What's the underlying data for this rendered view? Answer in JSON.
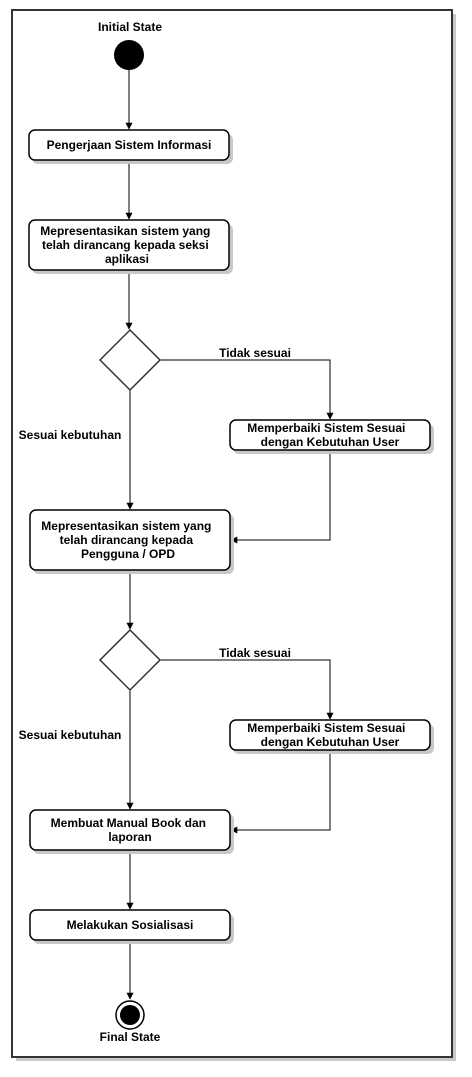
{
  "diagram": {
    "initial_label": "Initial State",
    "final_label": "Final State",
    "actions": [
      {
        "id": "a1",
        "lines": [
          "Pengerjaan Sistem Informasi"
        ]
      },
      {
        "id": "a2",
        "lines": [
          "Mepresentasikan sistem yang",
          "telah dirancang kepada seksi",
          "aplikasi"
        ]
      },
      {
        "id": "a3",
        "lines": [
          "Memperbaiki Sistem Sesuai",
          "dengan Kebutuhan User"
        ]
      },
      {
        "id": "a4",
        "lines": [
          "Mepresentasikan sistem yang",
          "telah dirancang kepada",
          "Pengguna / OPD"
        ]
      },
      {
        "id": "a5",
        "lines": [
          "Memperbaiki Sistem Sesuai",
          "dengan Kebutuhan User"
        ]
      },
      {
        "id": "a6",
        "lines": [
          "Membuat Manual Book dan",
          "laporan"
        ]
      },
      {
        "id": "a7",
        "lines": [
          "Melakukan Sosialisasi"
        ]
      }
    ],
    "decisions": [
      {
        "id": "d1",
        "no_label": "Tidak sesuai",
        "yes_label": "Sesuai kebutuhan"
      },
      {
        "id": "d2",
        "no_label": "Tidak sesuai",
        "yes_label": "Sesuai kebutuhan"
      }
    ]
  }
}
